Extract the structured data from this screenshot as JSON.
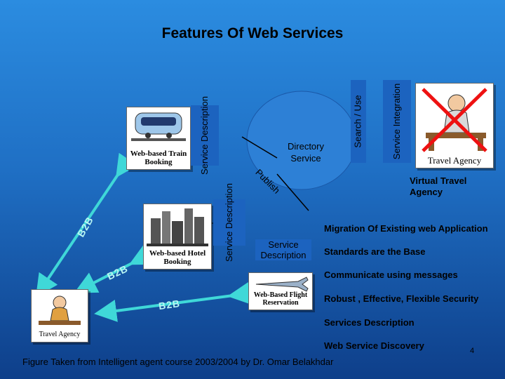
{
  "slide": {
    "title": "Features Of  Web Services",
    "footer": "Figure Taken from Intelligent agent course 2003/2004 by Dr. Omar Belakhdar",
    "page_number": "4"
  },
  "labels": {
    "service_description_top": "Service Description",
    "service_description_mid": "Service Description",
    "search_use": "Search / Use",
    "service_integration": "Service Integration",
    "directory_service": "Directory Service",
    "publish": "Publish",
    "virtual_travel_agency": "Virtual Travel Agency",
    "service_description_box": "Service Description",
    "b2b_left": "B2B",
    "b2b_mid": "B2B",
    "b2b_bottom": "B2B"
  },
  "cards": {
    "train": "Web-based Train Booking",
    "hotel": "Web-based Hotel Booking",
    "flight": "Web-Based Flight Reservation",
    "travel_agency_left": "Travel Agency",
    "travel_agency_right": "Travel Agency"
  },
  "features": [
    "Migration Of Existing web Application",
    "Standards are the Base",
    "Communicate using messages",
    "Robust , Effective, Flexible Security",
    "Services Description",
    "Web Service Discovery"
  ],
  "colors": {
    "arrow": "#3fd8d8",
    "label_bg": "#1c63bf",
    "cross": "#ee1111"
  }
}
